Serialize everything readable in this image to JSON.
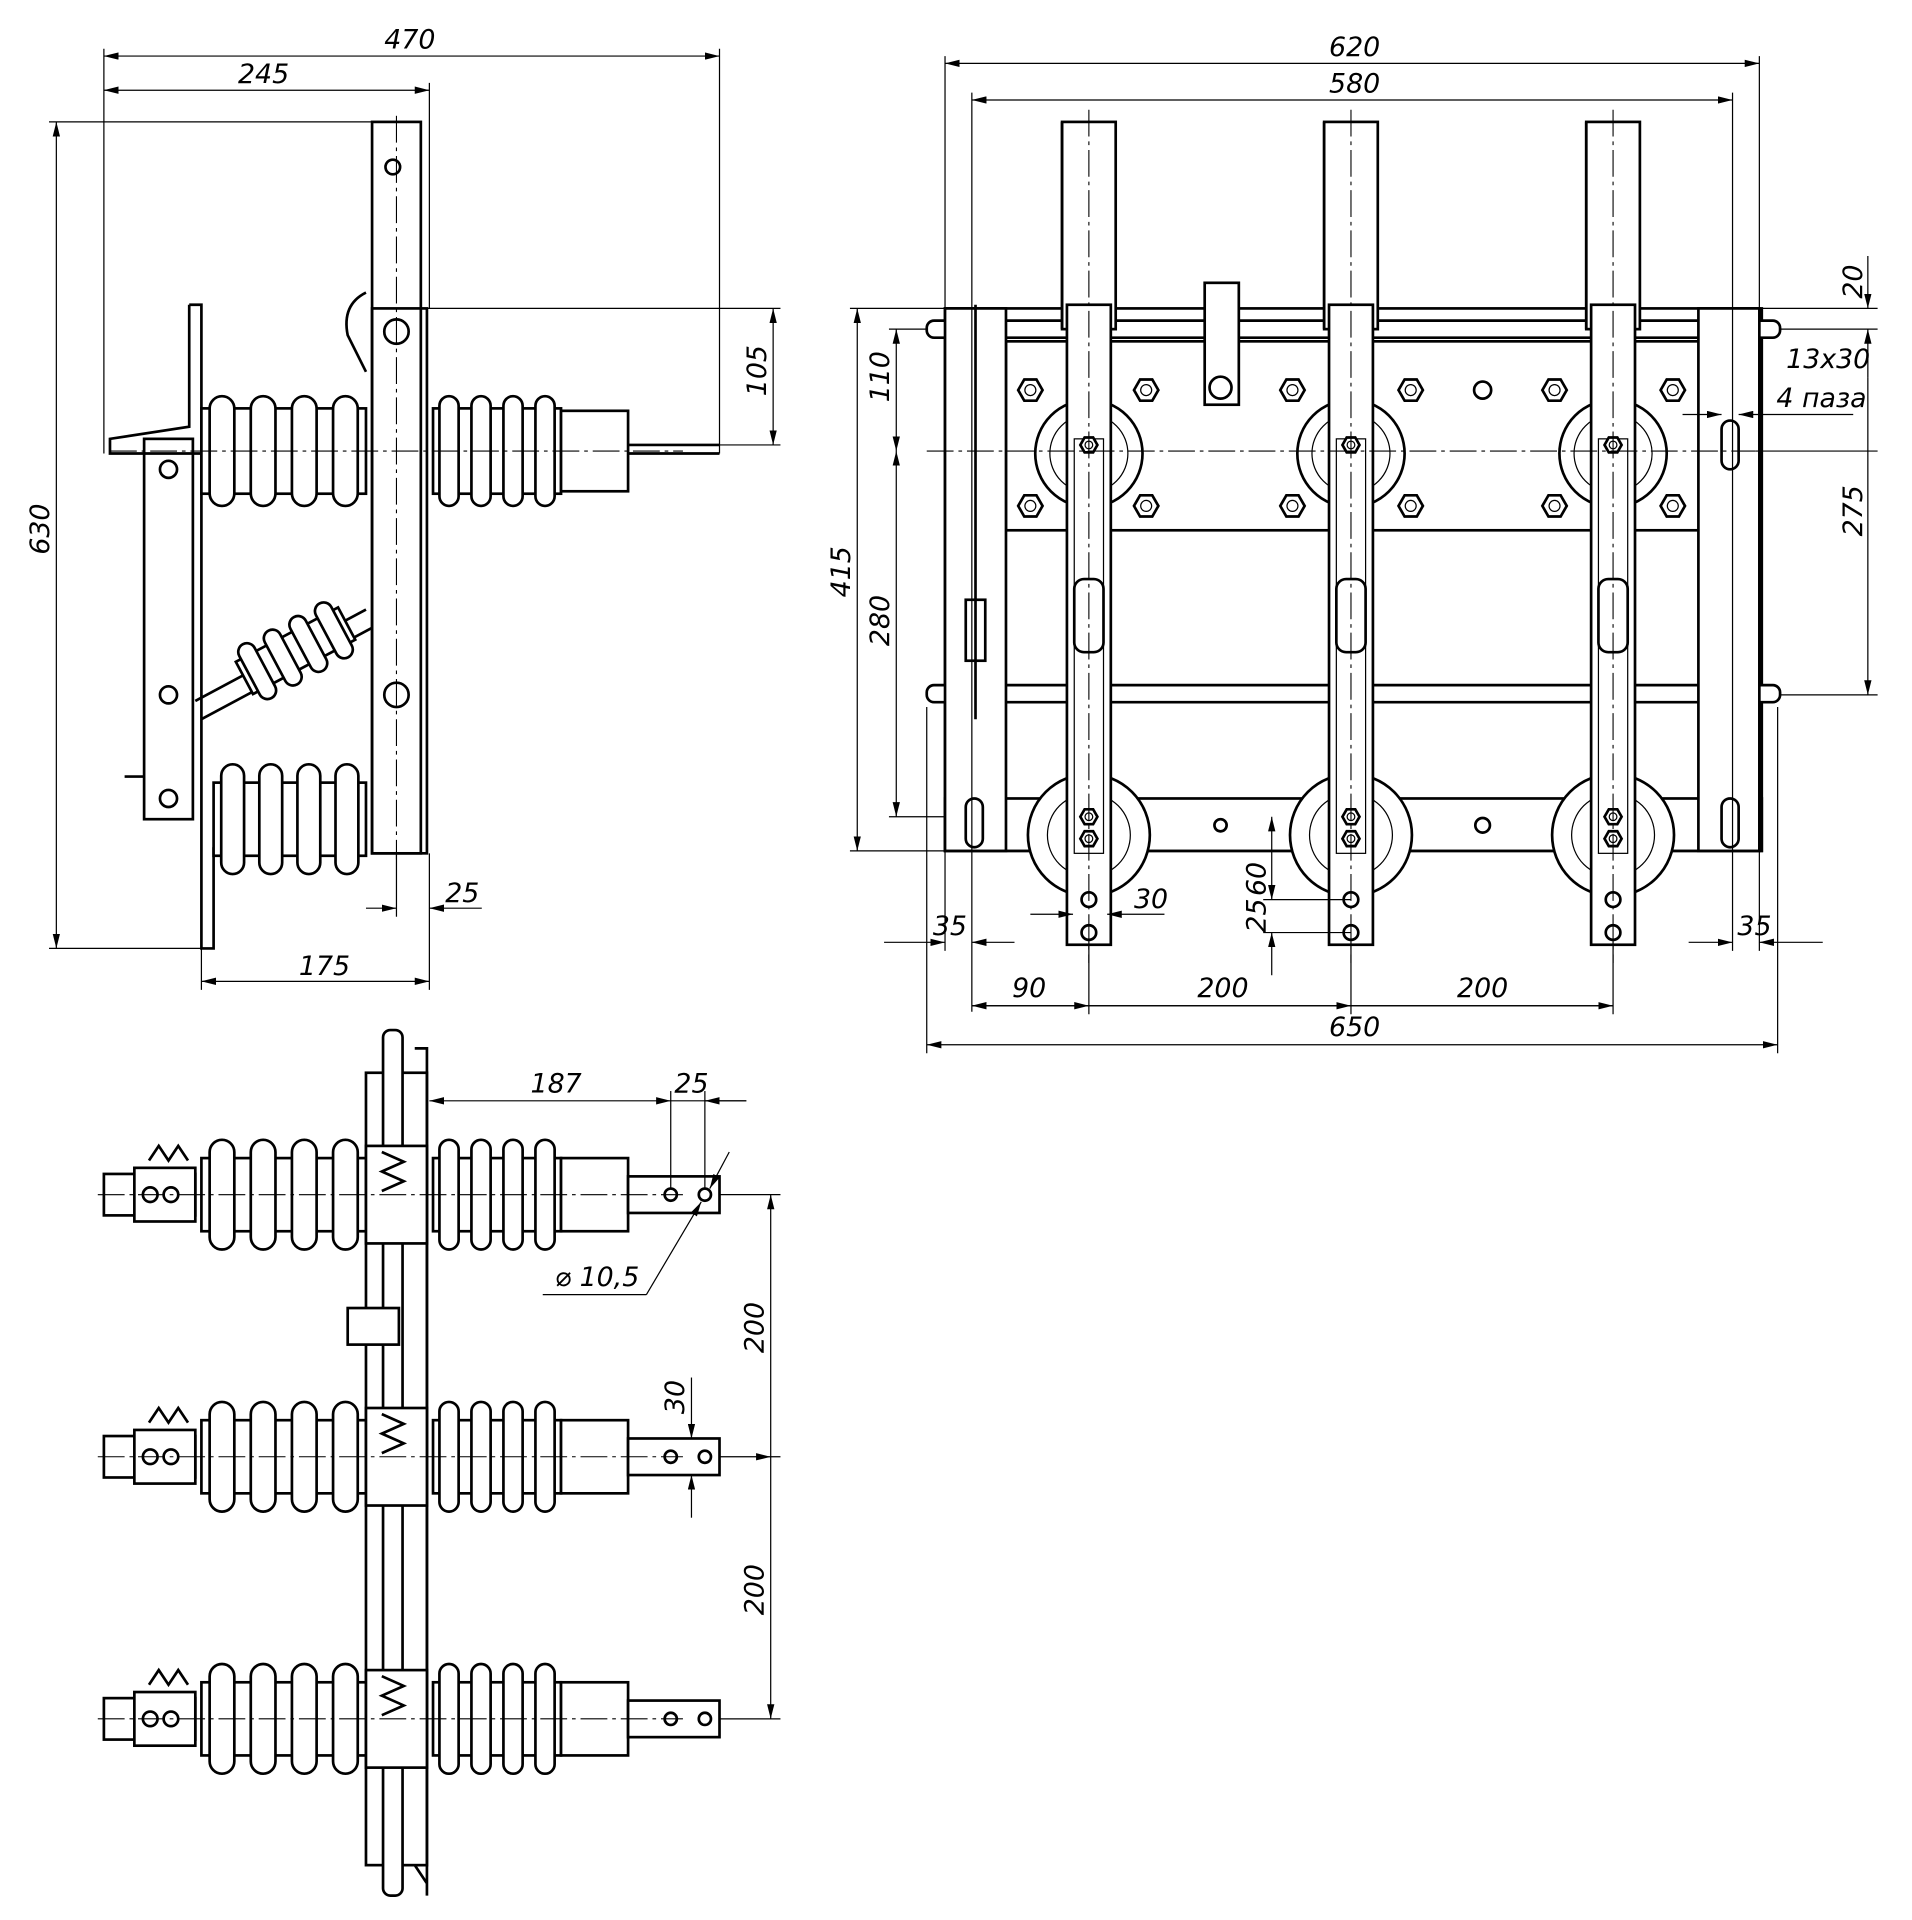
{
  "side_view": {
    "dims": {
      "overall_width": "470",
      "mount_offset": "245",
      "height": "630",
      "terminal_height": "105",
      "frame_offset": "25",
      "base_width": "175"
    }
  },
  "front_view": {
    "dims": {
      "plate_width": "620",
      "hole_spacing_width": "580",
      "overall_width": "650",
      "top_offset": "20",
      "slots_size": "13x30",
      "slots_count": "4 паза",
      "height": "415",
      "upper_pitch": "110",
      "lower_pitch": "280",
      "rod_spacing": "275",
      "edge_left": "35",
      "edge_right": "35",
      "terminal_width": "30",
      "hole_pitch": "25",
      "hole_offset": "60",
      "first_pole": "90",
      "pole_pitch_1": "200",
      "pole_pitch_2": "200"
    }
  },
  "plan_view": {
    "dims": {
      "terminal_reach": "187",
      "hole_pitch": "25",
      "hole_diameter": "⌀ 10,5",
      "phase_pitch_1": "200",
      "phase_pitch_2": "200",
      "terminal_width": "30"
    }
  }
}
